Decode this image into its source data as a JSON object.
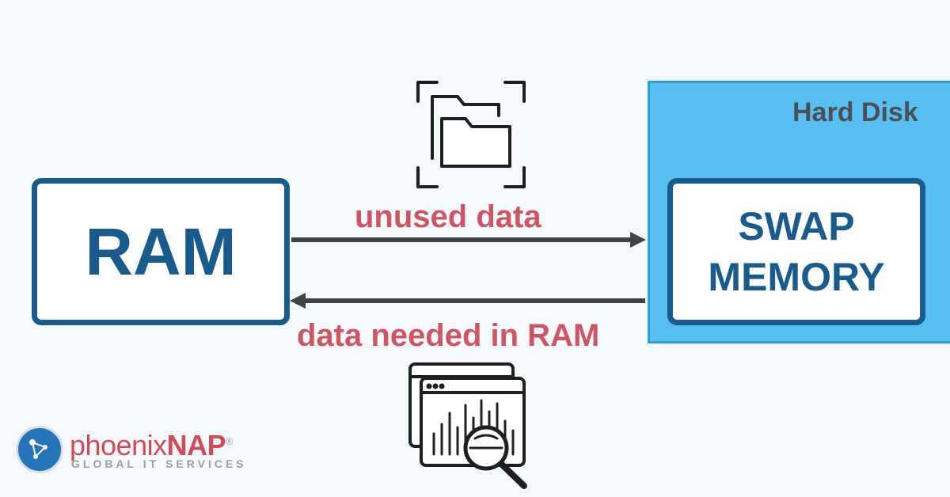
{
  "diagram": {
    "hard_disk_label": "Hard Disk",
    "ram_label": "RAM",
    "swap_line1": "SWAP",
    "swap_line2": "MEMORY",
    "arrow_out_label": "unused data",
    "arrow_in_label": "data needed in RAM"
  },
  "branding": {
    "name_part1": "phoenix",
    "name_part2": "NAP",
    "registered": "®",
    "tagline": "GLOBAL IT SERVICES"
  },
  "colors": {
    "box_border": "#1a5b8d",
    "disk_fill": "#57bff0",
    "label_red": "#cd5564",
    "arrow": "#3f4346"
  },
  "icons": [
    "folders-icon",
    "analytics-search-icon",
    "phoenixnap-logo-icon"
  ]
}
